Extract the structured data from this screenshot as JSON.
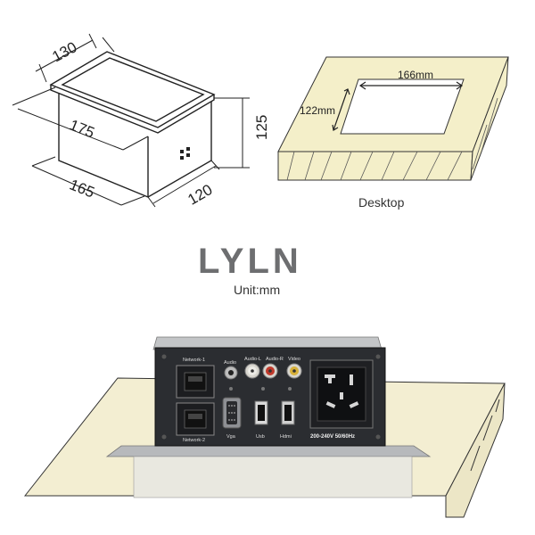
{
  "box_dimensions": {
    "top_width": "130",
    "top_length": "175",
    "height": "125",
    "base_length": "165",
    "base_width": "120"
  },
  "cutout": {
    "width": "166mm",
    "depth": "122mm",
    "caption": "Desktop"
  },
  "brand": {
    "logo": "LYLN",
    "unit": "Unit:mm"
  },
  "panel": {
    "network_top": "Network-1",
    "network_bottom": "Network-2",
    "audio": "Audio",
    "audio_l": "Audio-L",
    "audio_r": "Audio-R",
    "video": "Video",
    "vga": "Vga",
    "usb": "Usb",
    "hdmi": "Hdmi",
    "power": "200-240V 50/60Hz"
  },
  "colors": {
    "panel": "#2b2d31",
    "frame": "#a9abae",
    "table": "#f3eed2",
    "port_red": "#c0392b",
    "port_white": "#ecebe6",
    "port_yellow": "#d8b13a"
  }
}
